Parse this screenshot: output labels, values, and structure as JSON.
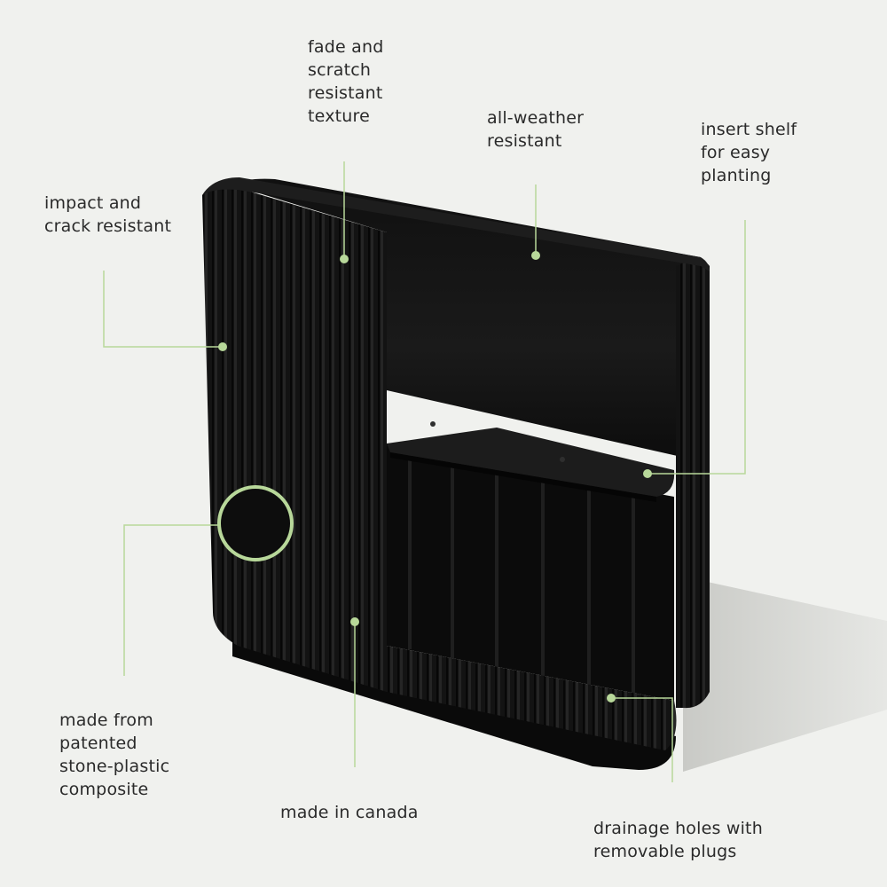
{
  "image": {
    "subject": "black fluted rectangular planter, cutaway view",
    "accent_color": "#b8d89a",
    "product_color": "#0e0e0e"
  },
  "callouts": {
    "fade": "fade and\nscratch\nresistant\ntexture",
    "weather": "all-weather\nresistant",
    "shelf": "insert shelf\nfor easy\nplanting",
    "impact": "impact and\ncrack resistant",
    "composite": "made from\npatented\nstone-plastic\ncomposite",
    "canada": "made in canada",
    "drainage": "drainage holes with\nremovable plugs"
  }
}
